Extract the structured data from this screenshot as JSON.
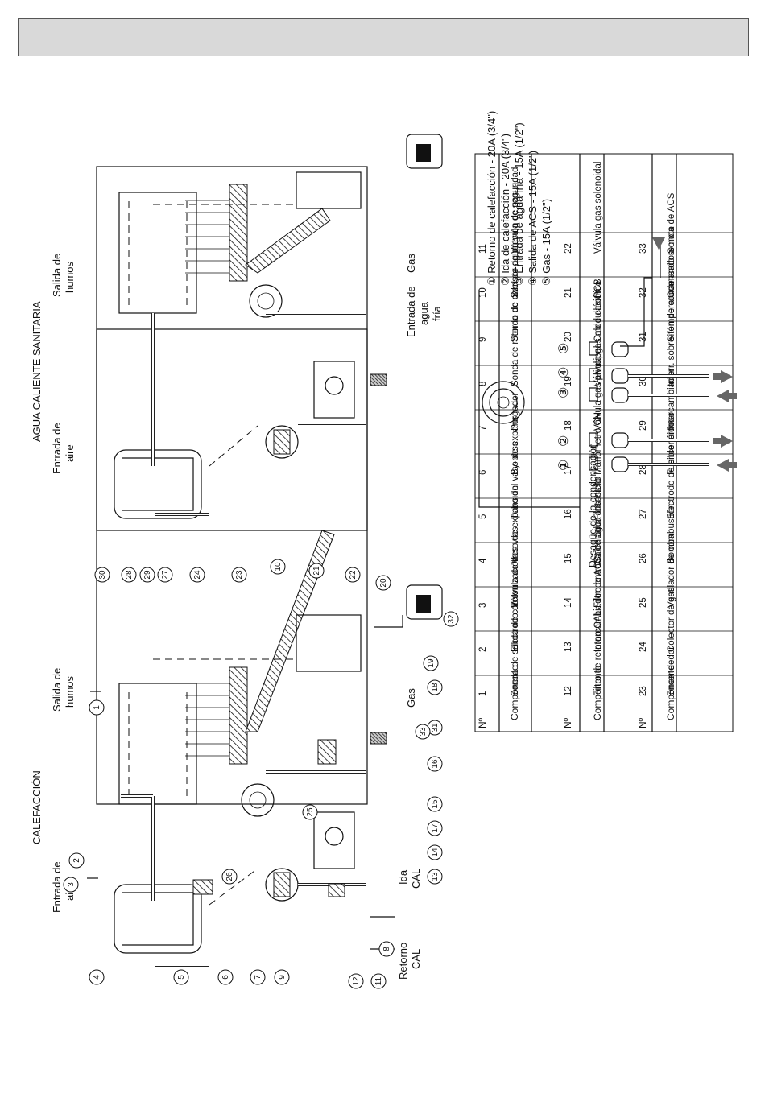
{
  "sections": {
    "left_title": "CALEFACCIÓN",
    "right_title": "AGUA CALIENTE SANITARIA"
  },
  "labels": {
    "air_inlet": "Entrada de aire",
    "flue_outlet": "Salida de humos",
    "gas": "Gas",
    "ida_cal": "Ida CAL",
    "retorno_cal": "Retorno CAL",
    "cold_water_inlet": "Entrada de agua fría",
    "condensate_drain": "Desagüe de la condensación"
  },
  "connections_legend": [
    {
      "num": "①",
      "text": "Retorno de calefacción - 20A (3/4\")"
    },
    {
      "num": "②",
      "text": "Ida de calefacción - 20A (3/4\")"
    },
    {
      "num": "③",
      "text": "Entrada de agua fría - 15A (1/2\")"
    },
    {
      "num": "④",
      "text": "Salida de ACS - 15A (1/2\")"
    },
    {
      "num": "⑤",
      "text": "Gas - 15A (1/2\")"
    }
  ],
  "connection_numbers": [
    "①",
    "②",
    "③",
    "④",
    "⑤"
  ],
  "components_table": {
    "header_num": "Nº",
    "header_component": "Componente",
    "rows": [
      [
        {
          "num": "1",
          "name": "Sonda de salida de calef."
        },
        {
          "num": "12",
          "name": "Filtro de retorno CAL"
        },
        {
          "num": "23",
          "name": "Encendedor"
        }
      ],
      [
        {
          "num": "2",
          "name": "Electrodo de ionización"
        },
        {
          "num": "13",
          "name": "Intercambiador de ACS"
        },
        {
          "num": "24",
          "name": "Colector de gas"
        }
      ],
      [
        {
          "num": "3",
          "name": "Válvula de tres vías"
        },
        {
          "num": "14",
          "name": "Filtro entrada de agua"
        },
        {
          "num": "25",
          "name": "Ventilador de combustión"
        }
      ],
      [
        {
          "num": "4",
          "name": "Vaso de expansión"
        },
        {
          "num": "15",
          "name": "Calentador anti-hielo"
        },
        {
          "num": "26",
          "name": "Bomba"
        }
      ],
      [
        {
          "num": "5",
          "name": "Tubo del vaso de expans."
        },
        {
          "num": "16",
          "name": "Flusostato"
        },
        {
          "num": "27",
          "name": "Electrodo de encendido"
        }
      ],
      [
        {
          "num": "6",
          "name": "By-pass"
        },
        {
          "num": "17",
          "name": "Manómetro CH"
        },
        {
          "num": "28",
          "name": "Fusible térmico"
        }
      ],
      [
        {
          "num": "7",
          "name": "Purgador"
        },
        {
          "num": "18",
          "name": "Válvula gas principal"
        },
        {
          "num": "29",
          "name": "Intercambiador"
        }
      ],
      [
        {
          "num": "8",
          "name": "Sonda de retorno de cal."
        },
        {
          "num": "19",
          "name": "Válvula gas modulación"
        },
        {
          "num": "30",
          "name": "Interr. sobre-temperatura"
        }
      ],
      [
        {
          "num": "9",
          "name": "Sonda de nivel de agua"
        },
        {
          "num": "20",
          "name": "Cable eléctrico"
        },
        {
          "num": "31",
          "name": "Sifón de condensados"
        }
      ],
      [
        {
          "num": "10",
          "name": "Sensor de presión de gas"
        },
        {
          "num": "21",
          "name": "PCB"
        },
        {
          "num": "32",
          "name": "Comando remoto"
        }
      ],
      [
        {
          "num": "11",
          "name": "Válvula de seguridad"
        },
        {
          "num": "22",
          "name": "Válvula gas solenoidal"
        },
        {
          "num": "33",
          "name": "Sonda de ACS"
        }
      ]
    ]
  }
}
